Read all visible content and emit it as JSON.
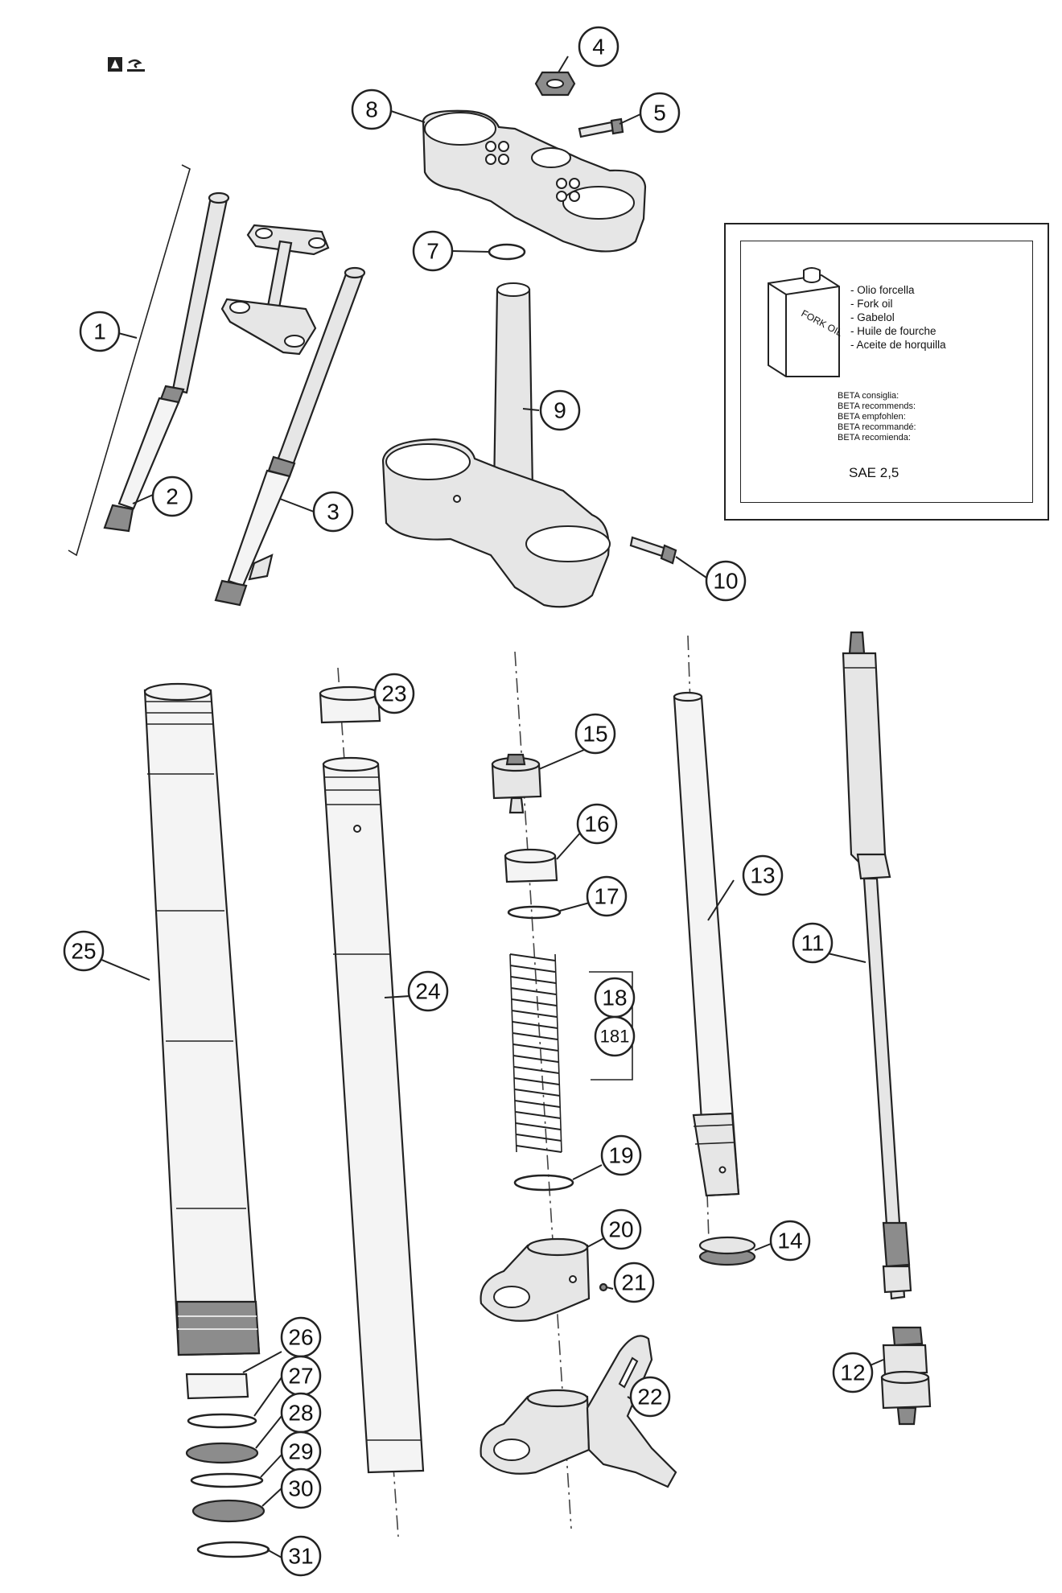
{
  "oil_box": {
    "can_label": "FORK OIL",
    "oil_names": [
      "- Olio forcella",
      "- Fork oil",
      "- Gabelol",
      "- Huile de fourche",
      "- Aceite de horquilla"
    ],
    "recommends": [
      "BETA consiglia:",
      "BETA recommends:",
      "BETA empfohlen:",
      "BETA recommandé:",
      "BETA recomienda:"
    ],
    "grade": "SAE 2,5"
  },
  "callouts": {
    "c1": "1",
    "c2": "2",
    "c3": "3",
    "c4": "4",
    "c5": "5",
    "c7": "7",
    "c8": "8",
    "c9": "9",
    "c10": "10",
    "c11": "11",
    "c12": "12",
    "c13": "13",
    "c14": "14",
    "c15": "15",
    "c16": "16",
    "c17": "17",
    "c18": "18",
    "c181": "181",
    "c19": "19",
    "c20": "20",
    "c21": "21",
    "c22": "22",
    "c23": "23",
    "c24": "24",
    "c25": "25",
    "c26": "26",
    "c27": "27",
    "c28": "28",
    "c29": "29",
    "c30": "30",
    "c31": "31"
  }
}
